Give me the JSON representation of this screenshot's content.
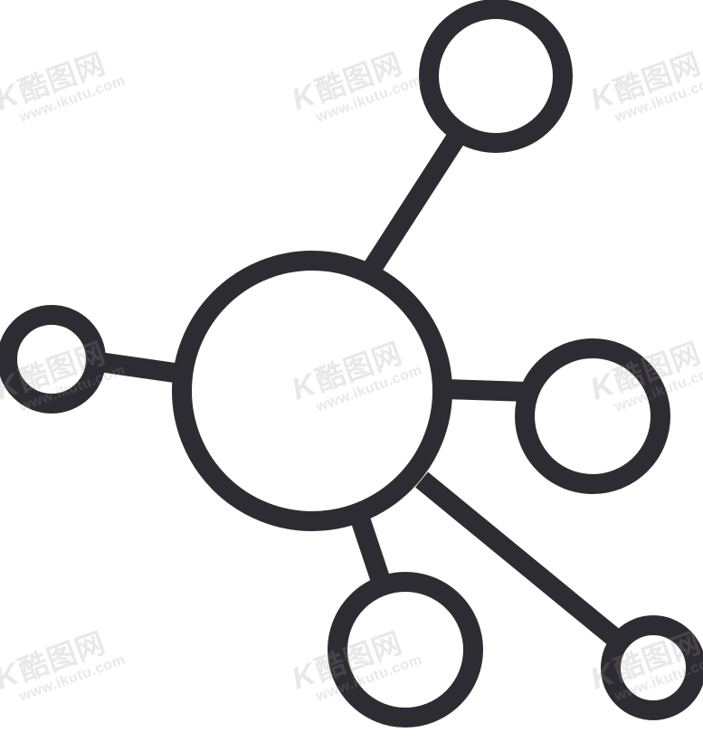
{
  "icon": {
    "name": "network-hub",
    "stroke_color": "#2e2c33",
    "background": "#ffffff"
  },
  "watermark": {
    "logo_text": "酷图网",
    "url_text": "www.ikutu.com",
    "color": "#9a9a9a"
  }
}
